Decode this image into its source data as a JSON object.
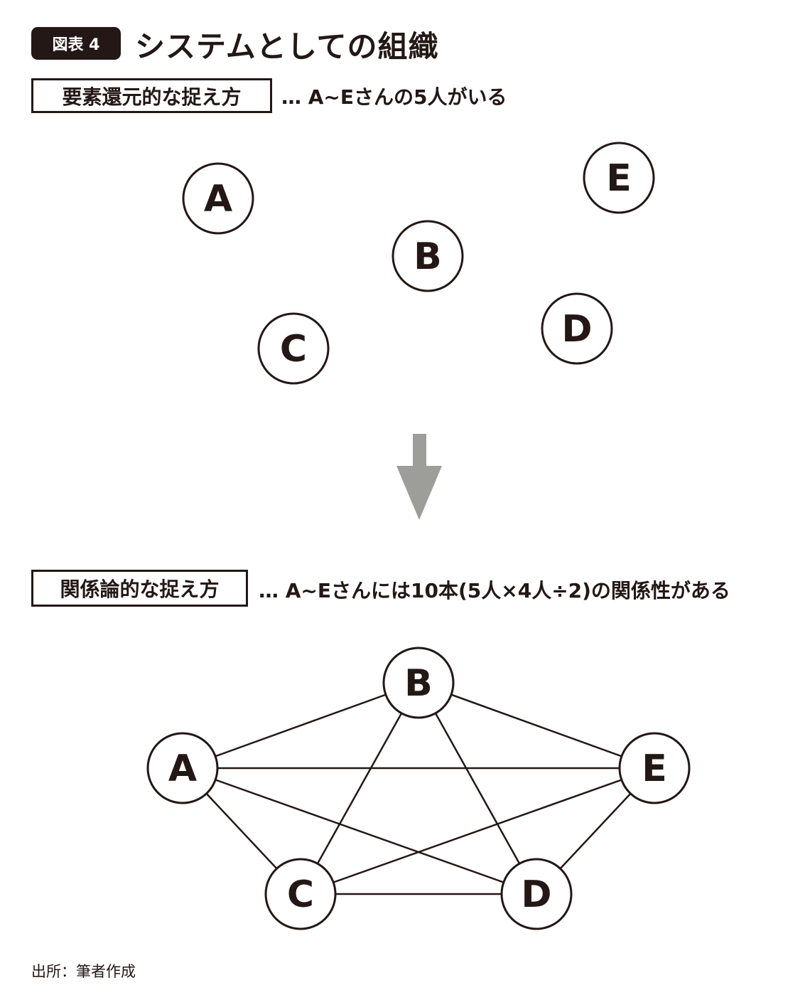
{
  "header": {
    "badge": "図表 4",
    "title": "システムとしての組織"
  },
  "section1": {
    "label": "要素還元的な捉え方",
    "caption": "… A~Eさんの5人がいる",
    "nodes": [
      "A",
      "E",
      "B",
      "D",
      "C"
    ]
  },
  "arrow": {
    "color": "#9d9e99"
  },
  "section2": {
    "label": "関係論的な捉え方",
    "caption": "… A~Eさんには10本(5人×4人÷2)の関係性がある",
    "nodes": [
      "B",
      "A",
      "E",
      "C",
      "D"
    ],
    "edges": [
      [
        "A",
        "B"
      ],
      [
        "A",
        "E"
      ],
      [
        "A",
        "C"
      ],
      [
        "A",
        "D"
      ],
      [
        "B",
        "E"
      ],
      [
        "B",
        "C"
      ],
      [
        "B",
        "D"
      ],
      [
        "C",
        "D"
      ],
      [
        "C",
        "E"
      ],
      [
        "D",
        "E"
      ]
    ]
  },
  "source": "出所：筆者作成"
}
